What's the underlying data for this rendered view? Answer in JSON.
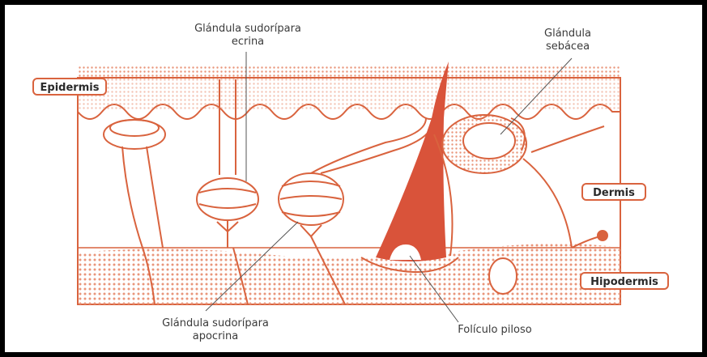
{
  "labels": {
    "eccrine_line1": "Glándula sudorípara",
    "eccrine_line2": "ecrina",
    "sebaceous_line1": "Glándula",
    "sebaceous_line2": "sebácea",
    "apocrine_line1": "Glándula sudorípara",
    "apocrine_line2": "apocrina",
    "follicle": "Folículo piloso"
  },
  "layers": {
    "epidermis": "Epidermis",
    "dermis": "Dermis",
    "hypodermis": "Hipodermis"
  },
  "colors": {
    "tissue_line": "#d9633e",
    "hair": "#d9533a",
    "dots": "#e9957a",
    "frame": "#000000"
  }
}
